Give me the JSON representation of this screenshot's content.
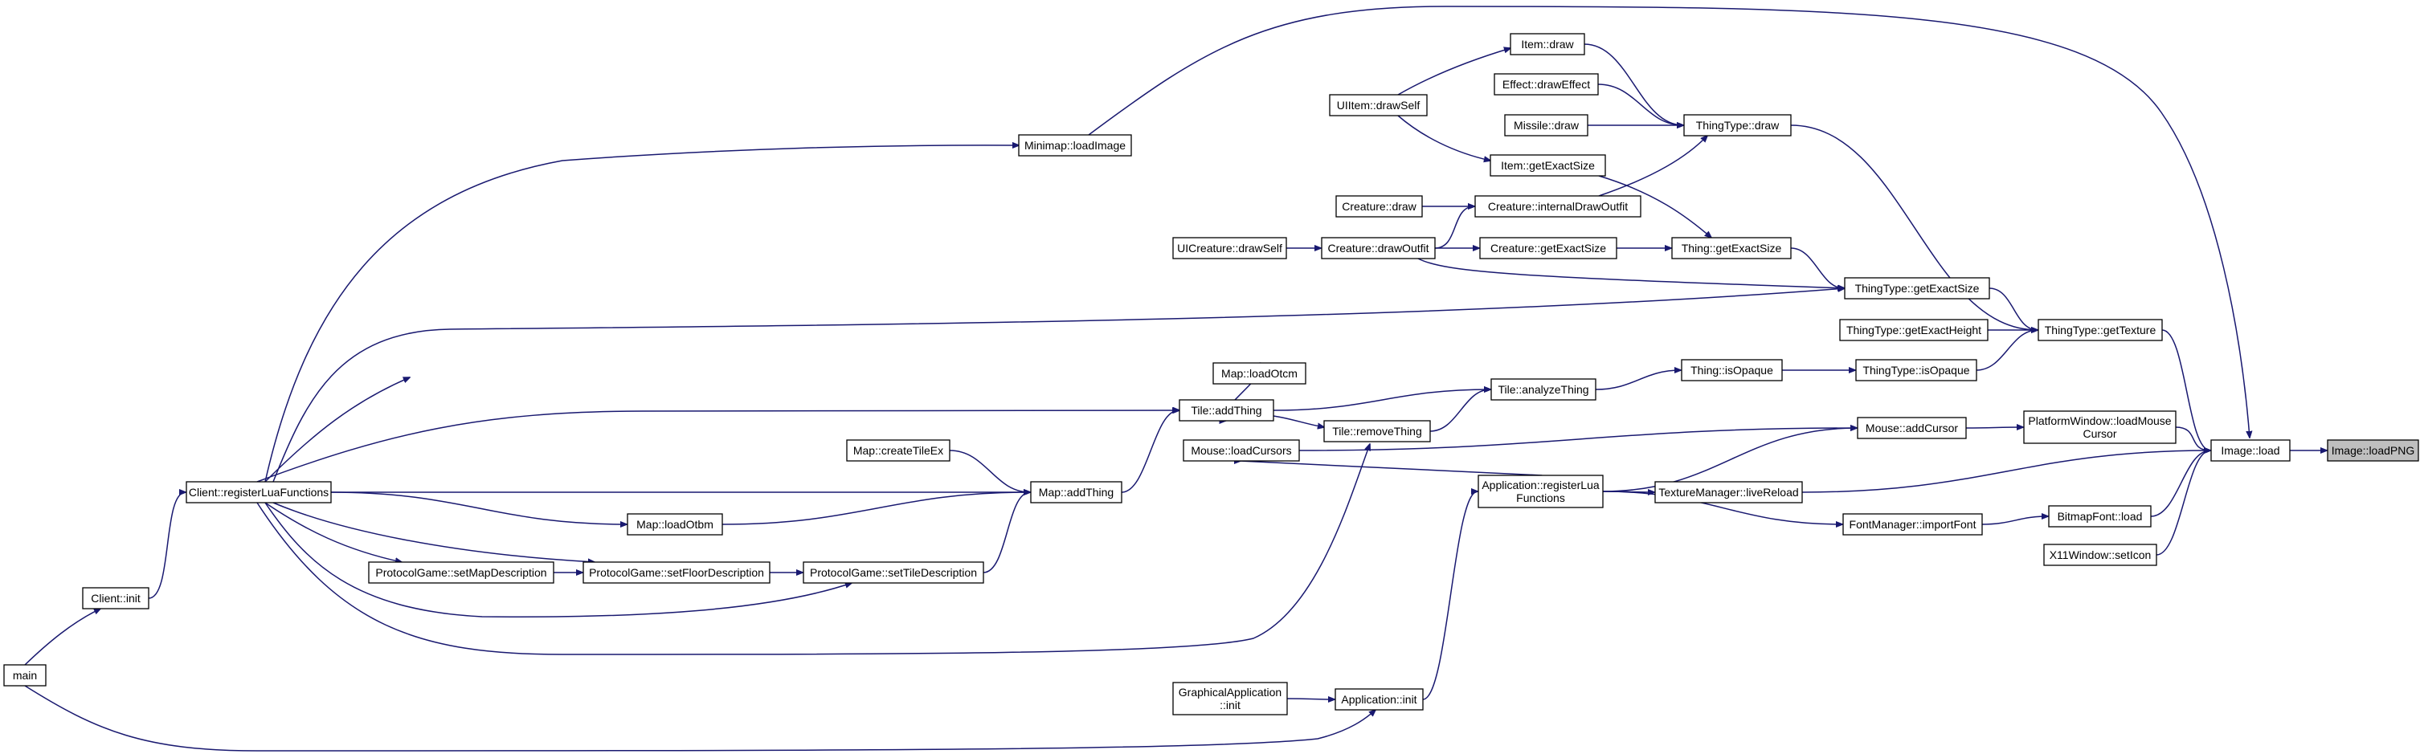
{
  "nodes": [
    {
      "id": "image_loadpng",
      "label": [
        "Image::loadPNG"
      ],
      "root": true
    },
    {
      "id": "image_load",
      "label": [
        "Image::load"
      ]
    },
    {
      "id": "platformwindow_loadmousecursor",
      "label": [
        "PlatformWindow::loadMouse",
        "Cursor"
      ]
    },
    {
      "id": "bitmapfont_load",
      "label": [
        "BitmapFont::load"
      ]
    },
    {
      "id": "x11window_seticon",
      "label": [
        "X11Window::setIcon"
      ]
    },
    {
      "id": "thingtype_gettexture",
      "label": [
        "ThingType::getTexture"
      ]
    },
    {
      "id": "mouse_addcursor",
      "label": [
        "Mouse::addCursor"
      ]
    },
    {
      "id": "texturemanager_livereload",
      "label": [
        "TextureManager::liveReload"
      ]
    },
    {
      "id": "fontmanager_importfont",
      "label": [
        "FontManager::importFont"
      ]
    },
    {
      "id": "thingtype_draw",
      "label": [
        "ThingType::draw"
      ]
    },
    {
      "id": "thingtype_getexactsize",
      "label": [
        "ThingType::getExactSize"
      ]
    },
    {
      "id": "thingtype_getexactheight",
      "label": [
        "ThingType::getExactHeight"
      ]
    },
    {
      "id": "thingtype_isopaque",
      "label": [
        "ThingType::isOpaque"
      ]
    },
    {
      "id": "item_draw",
      "label": [
        "Item::draw"
      ]
    },
    {
      "id": "effect_draweffect",
      "label": [
        "Effect::drawEffect"
      ]
    },
    {
      "id": "missile_draw",
      "label": [
        "Missile::draw"
      ]
    },
    {
      "id": "item_getexactsize",
      "label": [
        "Item::getExactSize"
      ]
    },
    {
      "id": "creature_internaldrawoutfit",
      "label": [
        "Creature::internalDrawOutfit"
      ]
    },
    {
      "id": "thing_getexactsize",
      "label": [
        "Thing::getExactSize"
      ]
    },
    {
      "id": "creature_getexactsize",
      "label": [
        "Creature::getExactSize"
      ]
    },
    {
      "id": "creature_drawoutfit",
      "label": [
        "Creature::drawOutfit"
      ]
    },
    {
      "id": "uiitem_drawself",
      "label": [
        "UIItem::drawSelf"
      ]
    },
    {
      "id": "creature_draw",
      "label": [
        "Creature::draw"
      ]
    },
    {
      "id": "uicreature_drawself",
      "label": [
        "UICreature::drawSelf"
      ]
    },
    {
      "id": "thing_isopaque",
      "label": [
        "Thing::isOpaque"
      ]
    },
    {
      "id": "tile_analyzething",
      "label": [
        "Tile::analyzeThing"
      ]
    },
    {
      "id": "tile_addthing",
      "label": [
        "Tile::addThing"
      ]
    },
    {
      "id": "tile_removething",
      "label": [
        "Tile::removeThing"
      ]
    },
    {
      "id": "map_loadotcm",
      "label": [
        "Map::loadOtcm"
      ]
    },
    {
      "id": "mouse_loadcursors",
      "label": [
        "Mouse::loadCursors"
      ]
    },
    {
      "id": "application_registerluafunctions",
      "label": [
        "Application::registerLua",
        "Functions"
      ]
    },
    {
      "id": "map_createtileex",
      "label": [
        "Map::createTileEx"
      ]
    },
    {
      "id": "map_addthing",
      "label": [
        "Map::addThing"
      ]
    },
    {
      "id": "map_loadotbm",
      "label": [
        "Map::loadOtbm"
      ]
    },
    {
      "id": "minimap_loadimage",
      "label": [
        "Minimap::loadImage"
      ]
    },
    {
      "id": "client_registerluafunctions",
      "label": [
        "Client::registerLuaFunctions"
      ]
    },
    {
      "id": "protocolgame_setmapdescription",
      "label": [
        "ProtocolGame::setMapDescription"
      ]
    },
    {
      "id": "protocolgame_setfloordescription",
      "label": [
        "ProtocolGame::setFloorDescription"
      ]
    },
    {
      "id": "protocolgame_settiledescription",
      "label": [
        "ProtocolGame::setTileDescription"
      ]
    },
    {
      "id": "client_init",
      "label": [
        "Client::init"
      ]
    },
    {
      "id": "main",
      "label": [
        "main"
      ]
    },
    {
      "id": "graphicalapplication_init",
      "label": [
        "GraphicalApplication",
        "::init"
      ]
    },
    {
      "id": "application_init",
      "label": [
        "Application::init"
      ]
    }
  ],
  "edges": [
    {
      "from": "image_load",
      "to": "image_loadpng"
    },
    {
      "from": "platformwindow_loadmousecursor",
      "to": "image_load"
    },
    {
      "from": "bitmapfont_load",
      "to": "image_load"
    },
    {
      "from": "x11window_seticon",
      "to": "image_load"
    },
    {
      "from": "thingtype_gettexture",
      "to": "image_load"
    },
    {
      "from": "minimap_loadimage",
      "to": "image_load"
    },
    {
      "from": "texturemanager_livereload",
      "to": "image_load"
    },
    {
      "from": "mouse_addcursor",
      "to": "platformwindow_loadmousecursor"
    },
    {
      "from": "fontmanager_importfont",
      "to": "bitmapfont_load"
    },
    {
      "from": "thingtype_draw",
      "to": "thingtype_gettexture"
    },
    {
      "from": "thingtype_getexactsize",
      "to": "thingtype_gettexture"
    },
    {
      "from": "thingtype_getexactheight",
      "to": "thingtype_gettexture"
    },
    {
      "from": "thingtype_isopaque",
      "to": "thingtype_gettexture"
    },
    {
      "from": "item_draw",
      "to": "thingtype_draw"
    },
    {
      "from": "effect_draweffect",
      "to": "thingtype_draw"
    },
    {
      "from": "missile_draw",
      "to": "thingtype_draw"
    },
    {
      "from": "creature_internaldrawoutfit",
      "to": "thingtype_draw"
    },
    {
      "from": "uiitem_drawself",
      "to": "item_draw"
    },
    {
      "from": "uiitem_drawself",
      "to": "item_getexactsize"
    },
    {
      "from": "item_getexactsize",
      "to": "thing_getexactsize"
    },
    {
      "from": "creature_getexactsize",
      "to": "thing_getexactsize"
    },
    {
      "from": "thing_getexactsize",
      "to": "thingtype_getexactsize"
    },
    {
      "from": "creature_drawoutfit",
      "to": "thingtype_getexactsize"
    },
    {
      "from": "client_registerluafunctions",
      "to": "thingtype_getexactsize"
    },
    {
      "from": "creature_draw",
      "to": "creature_internaldrawoutfit"
    },
    {
      "from": "creature_drawoutfit",
      "to": "creature_internaldrawoutfit"
    },
    {
      "from": "creature_drawoutfit",
      "to": "creature_getexactsize"
    },
    {
      "from": "uicreature_drawself",
      "to": "creature_drawoutfit"
    },
    {
      "from": "thing_isopaque",
      "to": "thingtype_isopaque"
    },
    {
      "from": "tile_analyzething",
      "to": "thing_isopaque"
    },
    {
      "from": "tile_addthing",
      "to": "tile_analyzething"
    },
    {
      "from": "tile_removething",
      "to": "tile_analyzething"
    },
    {
      "from": "tile_addthing",
      "to": "tile_removething"
    },
    {
      "from": "map_loadotcm",
      "to": "tile_addthing"
    },
    {
      "from": "client_registerluafunctions",
      "to": "tile_addthing"
    },
    {
      "from": "map_addthing",
      "to": "tile_addthing"
    },
    {
      "from": "client_registerluafunctions",
      "to": "tile_removething"
    },
    {
      "from": "application_registerluafunctions",
      "to": "mouse_addcursor"
    },
    {
      "from": "mouse_loadcursors",
      "to": "mouse_addcursor"
    },
    {
      "from": "application_registerluafunctions",
      "to": "mouse_loadcursors"
    },
    {
      "from": "application_registerluafunctions",
      "to": "texturemanager_livereload"
    },
    {
      "from": "application_registerluafunctions",
      "to": "fontmanager_importfont"
    },
    {
      "from": "map_createtileex",
      "to": "map_addthing"
    },
    {
      "from": "client_registerluafunctions",
      "to": "map_addthing"
    },
    {
      "from": "map_loadotbm",
      "to": "map_addthing"
    },
    {
      "from": "protocolgame_settiledescription",
      "to": "map_addthing"
    },
    {
      "from": "client_registerluafunctions",
      "to": "map_loadotcm"
    },
    {
      "from": "client_registerluafunctions",
      "to": "map_loadotbm"
    },
    {
      "from": "client_registerluafunctions",
      "to": "minimap_loadimage"
    },
    {
      "from": "client_registerluafunctions",
      "to": "protocolgame_setmapdescription"
    },
    {
      "from": "client_registerluafunctions",
      "to": "protocolgame_setfloordescription"
    },
    {
      "from": "client_registerluafunctions",
      "to": "protocolgame_settiledescription"
    },
    {
      "from": "protocolgame_setmapdescription",
      "to": "protocolgame_setfloordescription"
    },
    {
      "from": "protocolgame_setfloordescription",
      "to": "protocolgame_settiledescription"
    },
    {
      "from": "client_init",
      "to": "client_registerluafunctions"
    },
    {
      "from": "main",
      "to": "client_init"
    },
    {
      "from": "main",
      "to": "application_init"
    },
    {
      "from": "graphicalapplication_init",
      "to": "application_init"
    },
    {
      "from": "application_init",
      "to": "application_registerluafunctions"
    }
  ]
}
